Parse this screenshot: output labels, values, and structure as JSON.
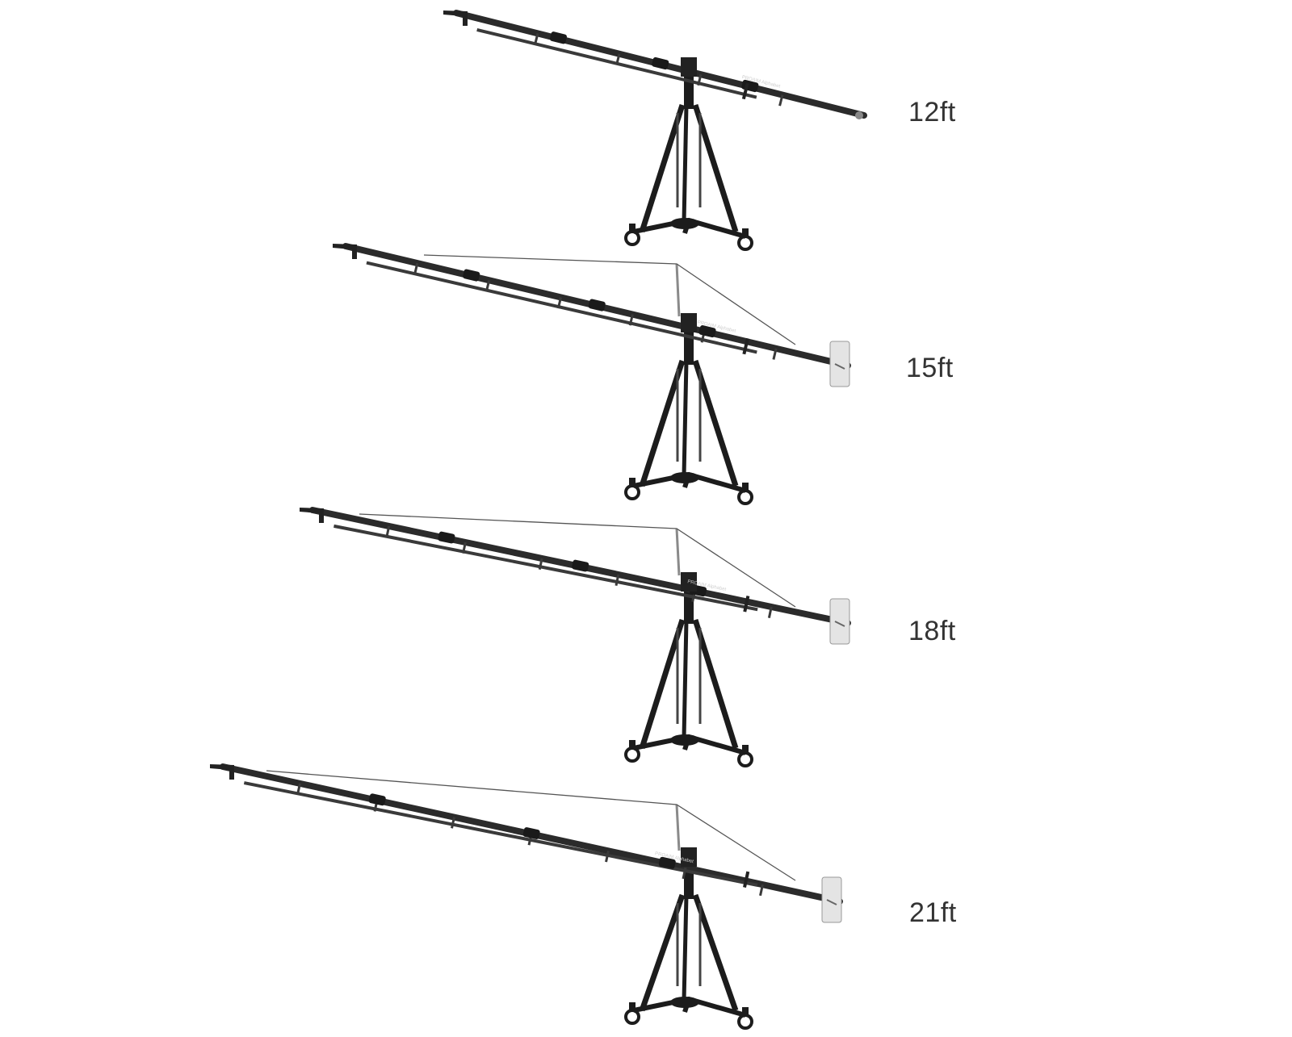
{
  "cranes": [
    {
      "length_label": "12ft",
      "brand_text": "PROAIM Alphabet",
      "has_support_cable": false,
      "has_counterweight_plate": false
    },
    {
      "length_label": "15ft",
      "brand_text": "PROAIM Alphabet",
      "has_support_cable": true,
      "has_counterweight_plate": true
    },
    {
      "length_label": "18ft",
      "brand_text": "PROAIM Alphabet",
      "has_support_cable": true,
      "has_counterweight_plate": true
    },
    {
      "length_label": "21ft",
      "brand_text": "PROAIM Alphabet",
      "has_support_cable": true,
      "has_counterweight_plate": true
    }
  ],
  "colors": {
    "background": "#ffffff",
    "boom": "#2b2b2b",
    "tripod": "#1c1c1c",
    "cable": "#555555",
    "weight_plate": "#e4e4e4",
    "label_text": "#333333"
  }
}
